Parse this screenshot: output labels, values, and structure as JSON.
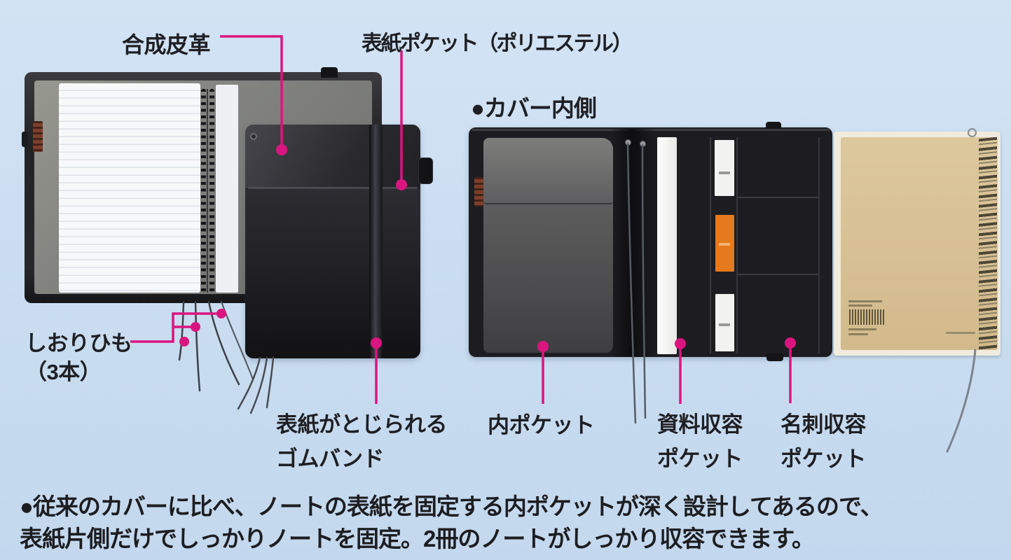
{
  "colors": {
    "background": "#cbdef1",
    "accent_magenta": "#db1580",
    "text": "#1f1f23",
    "orange_card": "#e5791e",
    "kraft_cover": "#d8c094"
  },
  "callouts": {
    "synthetic_leather": {
      "label": "合成皮革"
    },
    "cover_pocket": {
      "label": "表紙ポケット（ポリエステル）"
    },
    "bookmark_strings": {
      "line1": "しおりひも",
      "line2": "（3本）"
    },
    "elastic_band": {
      "line1": "表紙がとじられる",
      "line2": "ゴムバンド"
    },
    "inner_pocket": {
      "label": "内ポケット"
    },
    "document_pocket": {
      "line1": "資料収容",
      "line2": "ポケット"
    },
    "card_pocket": {
      "line1": "名刺収容",
      "line2": "ポケット"
    }
  },
  "section_heading": {
    "text": "●カバー内側"
  },
  "description": {
    "line1": "●従来のカバーに比べ、ノートの表紙を固定する内ポケットが深く設計してあるので、",
    "line2": "表紙片側だけでしっかりノートを固定。2冊のノートがしっかり収容できます。"
  }
}
